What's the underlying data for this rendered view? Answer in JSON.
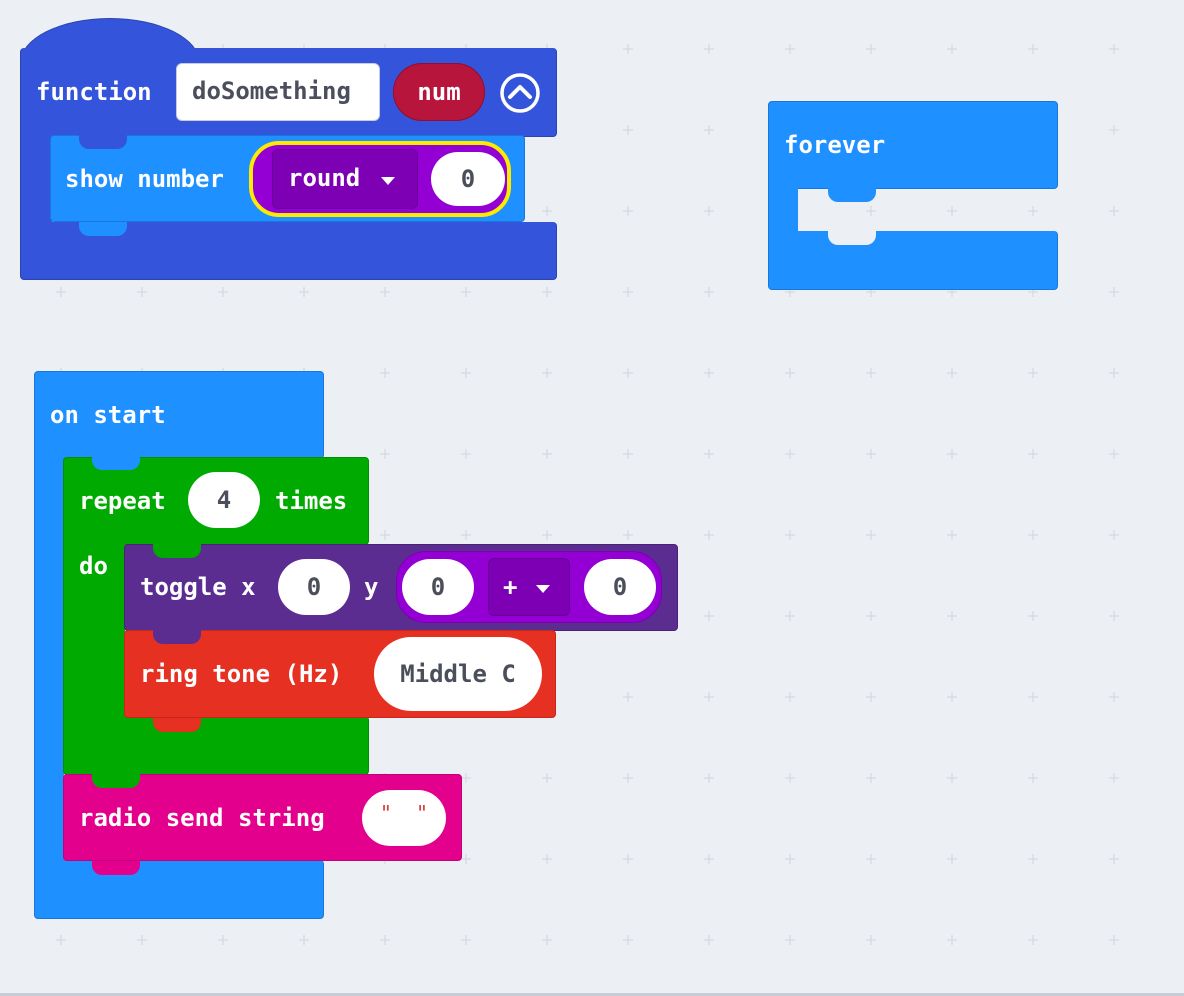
{
  "function_block": {
    "keyword": "function",
    "name": "doSomething",
    "param": "num",
    "collapse_icon": "chevron-up-circle-icon",
    "show_number_label": "show number",
    "round_op": "round",
    "round_value": "0"
  },
  "forever_block": {
    "label": "forever"
  },
  "on_start_block": {
    "label": "on start",
    "repeat_label": "repeat",
    "repeat_count": "4",
    "times_label": "times",
    "do_label": "do",
    "toggle_label": "toggle x",
    "toggle_x": "0",
    "y_label": "y",
    "y_left": "0",
    "y_op": "+",
    "y_right": "0",
    "ring_label": "ring tone (Hz)",
    "ring_value": "Middle C",
    "radio_label": "radio send string",
    "radio_value": "\"  \""
  },
  "colors": {
    "function": "#3455db",
    "basic": "#1e90ff",
    "loops": "#00aa00",
    "led": "#5c2d91",
    "music": "#e63022",
    "radio": "#e3008c",
    "math": "#9400d3",
    "variable": "#b8153c",
    "workspace": "#ecf0f4"
  }
}
